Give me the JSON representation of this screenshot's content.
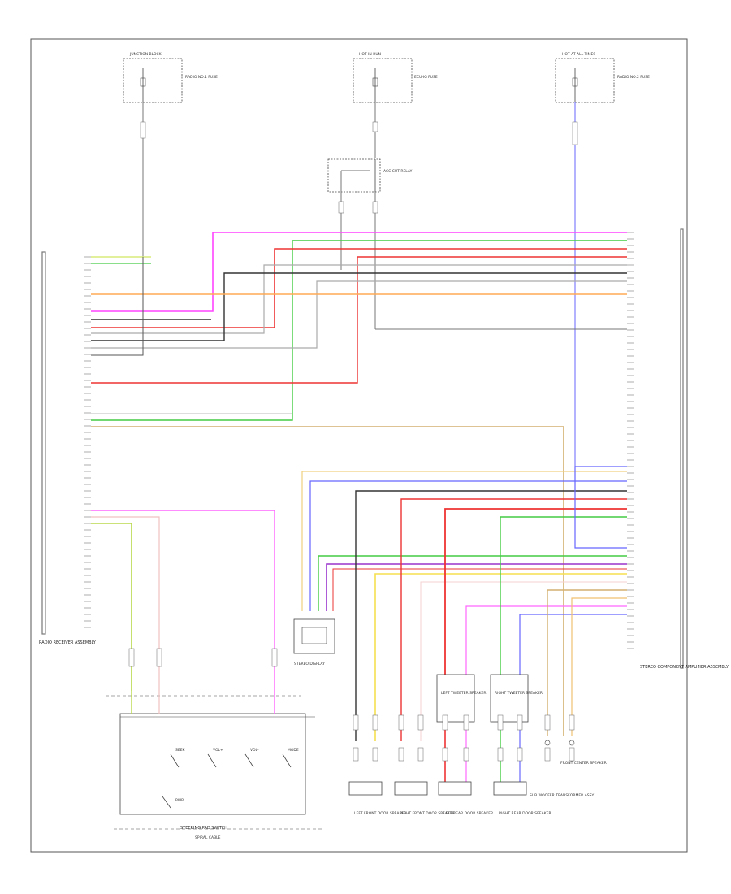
{
  "diagram": {
    "footer_code": "",
    "left_module_label": "RADIO RECEIVER ASSEMBLY",
    "right_module_label": "STEREO COMPONENT AMPLIFIER ASSEMBLY",
    "display_label": "STEREO DISPLAY",
    "steering_group_label": "STEERING PAD SWITCH",
    "steering_sub_label": "SPIRAL CABLE",
    "fuse_left": {
      "header": "JUNCTION BLOCK",
      "label": "RADIO NO.1 FUSE"
    },
    "fuse_center": {
      "header": "HOT IN RUN",
      "label": "ECU-IG FUSE"
    },
    "fuse_right": {
      "header": "HOT AT ALL TIMES",
      "label": "RADIO NO.2 FUSE"
    },
    "relay_label": "ACC CUT RELAY",
    "speakers": [
      {
        "label": "LEFT FRONT DOOR SPEAKER"
      },
      {
        "label": "RIGHT FRONT DOOR SPEAKER"
      },
      {
        "label": "LEFT REAR DOOR SPEAKER"
      },
      {
        "label": "RIGHT REAR DOOR SPEAKER"
      }
    ],
    "tweeters": [
      {
        "label": "LEFT TWEETER SPEAKER"
      },
      {
        "label": "RIGHT TWEETER SPEAKER"
      }
    ],
    "subwoofer_label": "SUB WOOFER TRANSFORMER ASSY",
    "center_speaker_label": "FRONT CENTER SPEAKER",
    "steering_switches": [
      "SEEK",
      "VOL+",
      "VOL-",
      "MODE"
    ],
    "steering_main_switch": "PWR",
    "wire_colors": {
      "pink": "#ff44ff",
      "green": "#44cc44",
      "red": "#ee3333",
      "gray": "#999999",
      "black": "#333333",
      "orange": "#ffaa55",
      "blue": "#6666ff",
      "yellowgreen": "#b8d84a",
      "tan": "#d4b070",
      "yellow": "#f5e050",
      "purple": "#9933cc",
      "lightgreen": "#66dd88"
    }
  }
}
